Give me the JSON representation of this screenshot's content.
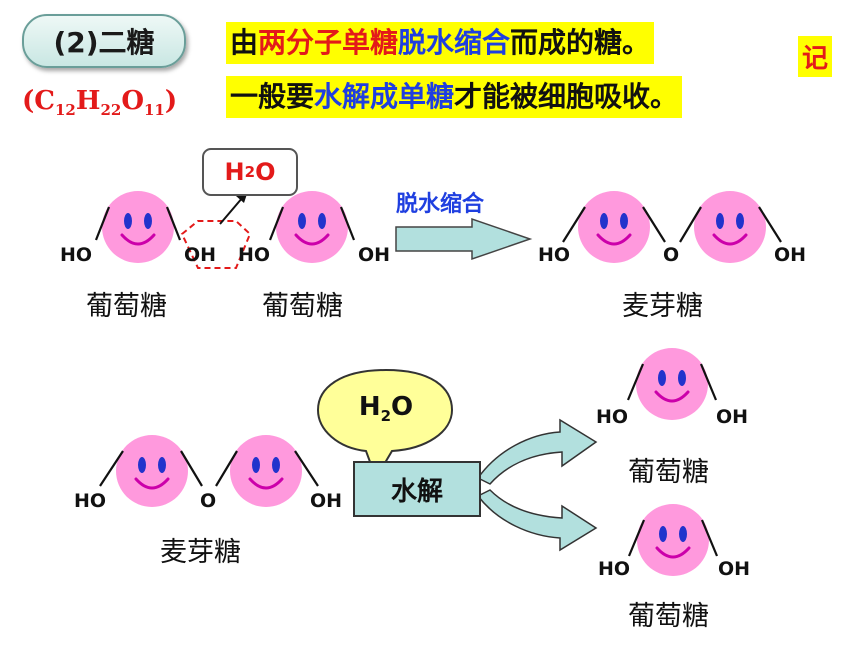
{
  "header": {
    "section_title": "(2)二糖",
    "formula_parts": [
      "(C",
      "12",
      "H",
      "22",
      "O",
      "11",
      ")"
    ],
    "line1": [
      {
        "text": "由",
        "color": "black"
      },
      {
        "text": "两分子单糖",
        "color": "red"
      },
      {
        "text": "脱水缩合",
        "color": "blue"
      },
      {
        "text": "而成的糖。",
        "color": "black"
      }
    ],
    "line2": [
      {
        "text": "一般要",
        "color": "black"
      },
      {
        "text": "水解成单糖",
        "color": "blue"
      },
      {
        "text": "才能被细胞吸收。",
        "color": "black"
      }
    ],
    "memo_badge": "记"
  },
  "top_reaction": {
    "water_label": [
      "H",
      "2",
      "O"
    ],
    "process_label": "脱水缩合",
    "reactant_groups": [
      "HO",
      "OH",
      "HO",
      "OH"
    ],
    "reactant_labels": [
      "葡萄糖",
      "葡萄糖"
    ],
    "product_groups": [
      "HO",
      "O",
      "OH"
    ],
    "product_label": "麦芽糖"
  },
  "bottom_reaction": {
    "reactant_groups": [
      "HO",
      "O",
      "OH"
    ],
    "reactant_label": "麦芽糖",
    "water_label": [
      "H",
      "2",
      "O"
    ],
    "process_label": "水解",
    "product1_groups": [
      "HO",
      "OH"
    ],
    "product1_label": "葡萄糖",
    "product2_groups": [
      "HO",
      "OH"
    ],
    "product2_label": "葡萄糖"
  },
  "colors": {
    "face_fill": "#ff99dd",
    "face_eye": "#2233cc",
    "face_mouth": "#cc00aa",
    "highlight": "#ffff00",
    "red_text": "#e31a1a",
    "blue_text": "#1f3fe0",
    "box_fill": "#b2e0de",
    "bubble_fill": "#ffff99"
  }
}
